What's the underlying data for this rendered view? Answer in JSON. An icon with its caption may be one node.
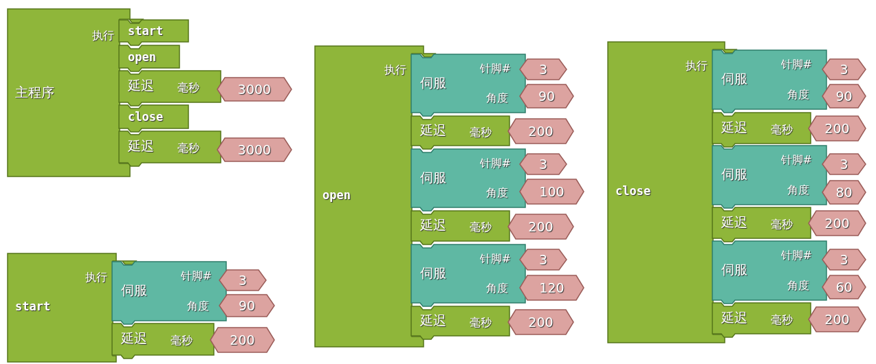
{
  "diagram": {
    "nodes": [
      {
        "text": [
          "主程序",
          "执行"
        ]
      },
      {
        "text": [
          "start"
        ]
      },
      {
        "text": [
          "open"
        ]
      },
      {
        "text": [
          "延迟",
          "毫秒"
        ]
      },
      {
        "text": [
          "3000"
        ]
      },
      {
        "text": [
          "close"
        ]
      },
      {
        "text": [
          "延迟",
          "毫秒"
        ]
      },
      {
        "text": [
          "3000"
        ]
      },
      {
        "text": [
          "open",
          "执行"
        ]
      },
      {
        "text": [
          "伺服",
          "针脚#",
          "角度"
        ]
      },
      {
        "text": [
          "3"
        ]
      },
      {
        "text": [
          "90"
        ]
      },
      {
        "text": [
          "延迟",
          "毫秒"
        ]
      },
      {
        "text": [
          "200"
        ]
      },
      {
        "text": [
          "伺服",
          "针脚#",
          "角度"
        ]
      },
      {
        "text": [
          "3"
        ]
      },
      {
        "text": [
          "100"
        ]
      },
      {
        "text": [
          "延迟",
          "毫秒"
        ]
      },
      {
        "text": [
          "200"
        ]
      },
      {
        "text": [
          "伺服",
          "针脚#",
          "角度"
        ]
      },
      {
        "text": [
          "3"
        ]
      },
      {
        "text": [
          "120"
        ]
      },
      {
        "text": [
          "延迟",
          "毫秒"
        ]
      },
      {
        "text": [
          "200"
        ]
      },
      {
        "text": [
          "close",
          "执行"
        ]
      },
      {
        "text": [
          "伺服",
          "针脚#",
          "角度"
        ]
      },
      {
        "text": [
          "3"
        ]
      },
      {
        "text": [
          "90"
        ]
      },
      {
        "text": [
          "延迟",
          "毫秒"
        ]
      },
      {
        "text": [
          "200"
        ]
      },
      {
        "text": [
          "伺服",
          "针脚#",
          "角度"
        ]
      },
      {
        "text": [
          "3"
        ]
      },
      {
        "text": [
          "80"
        ]
      },
      {
        "text": [
          "延迟",
          "毫秒"
        ]
      },
      {
        "text": [
          "200"
        ]
      },
      {
        "text": [
          "伺服",
          "针脚#",
          "角度"
        ]
      },
      {
        "text": [
          "3"
        ]
      },
      {
        "text": [
          "60"
        ]
      },
      {
        "text": [
          "延迟",
          "毫秒"
        ]
      },
      {
        "text": [
          "200"
        ]
      },
      {
        "text": [
          "start",
          "执行"
        ]
      },
      {
        "text": [
          "伺服",
          "针脚#",
          "角度"
        ]
      },
      {
        "text": [
          "3"
        ]
      },
      {
        "text": [
          "90"
        ]
      },
      {
        "text": [
          "延迟",
          "毫秒"
        ]
      },
      {
        "text": [
          "200"
        ]
      }
    ]
  }
}
